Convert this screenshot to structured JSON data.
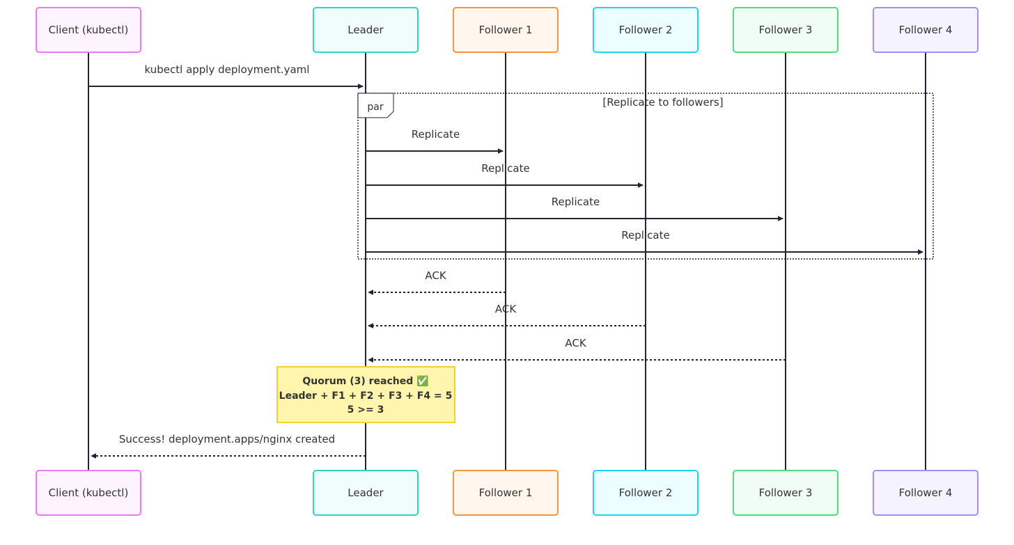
{
  "participants": [
    {
      "id": "client",
      "label": "Client (kubectl)",
      "stroke": "#e879f9",
      "fill": "#fdf4ff"
    },
    {
      "id": "leader",
      "label": "Leader",
      "stroke": "#2dd4bf",
      "fill": "#f0fdfa"
    },
    {
      "id": "f1",
      "label": "Follower 1",
      "stroke": "#fb923c",
      "fill": "#fff7ed"
    },
    {
      "id": "f2",
      "label": "Follower 2",
      "stroke": "#22d3ee",
      "fill": "#ecfeff"
    },
    {
      "id": "f3",
      "label": "Follower 3",
      "stroke": "#4ade80",
      "fill": "#f0fdf4"
    },
    {
      "id": "f4",
      "label": "Follower 4",
      "stroke": "#a78bfa",
      "fill": "#f5f3ff"
    }
  ],
  "messages": [
    {
      "from": "client",
      "to": "leader",
      "label": "kubectl apply deployment.yaml",
      "style": "solid"
    },
    {
      "from": "leader",
      "to": "f1",
      "label": "Replicate",
      "style": "solid"
    },
    {
      "from": "leader",
      "to": "f2",
      "label": "Replicate",
      "style": "solid"
    },
    {
      "from": "leader",
      "to": "f3",
      "label": "Replicate",
      "style": "solid"
    },
    {
      "from": "leader",
      "to": "f4",
      "label": "Replicate",
      "style": "solid"
    },
    {
      "from": "f1",
      "to": "leader",
      "label": "ACK",
      "style": "dashed"
    },
    {
      "from": "f2",
      "to": "leader",
      "label": "ACK",
      "style": "dashed"
    },
    {
      "from": "f3",
      "to": "leader",
      "label": "ACK",
      "style": "dashed"
    },
    {
      "from": "leader",
      "to": "client",
      "label": "Success! deployment.apps/nginx created",
      "style": "dashed"
    }
  ],
  "frame": {
    "keyword": "par",
    "condition": "[Replicate to followers]"
  },
  "note": {
    "over": "leader",
    "lines": [
      "Quorum (3) reached ✅",
      "Leader + F1 + F2 + F3 + F4 = 5",
      "5 >= 3"
    ],
    "fill": "#fff5ad",
    "stroke": "#f2d12e"
  },
  "colors": {
    "line": "#222235",
    "text": "#333333"
  }
}
